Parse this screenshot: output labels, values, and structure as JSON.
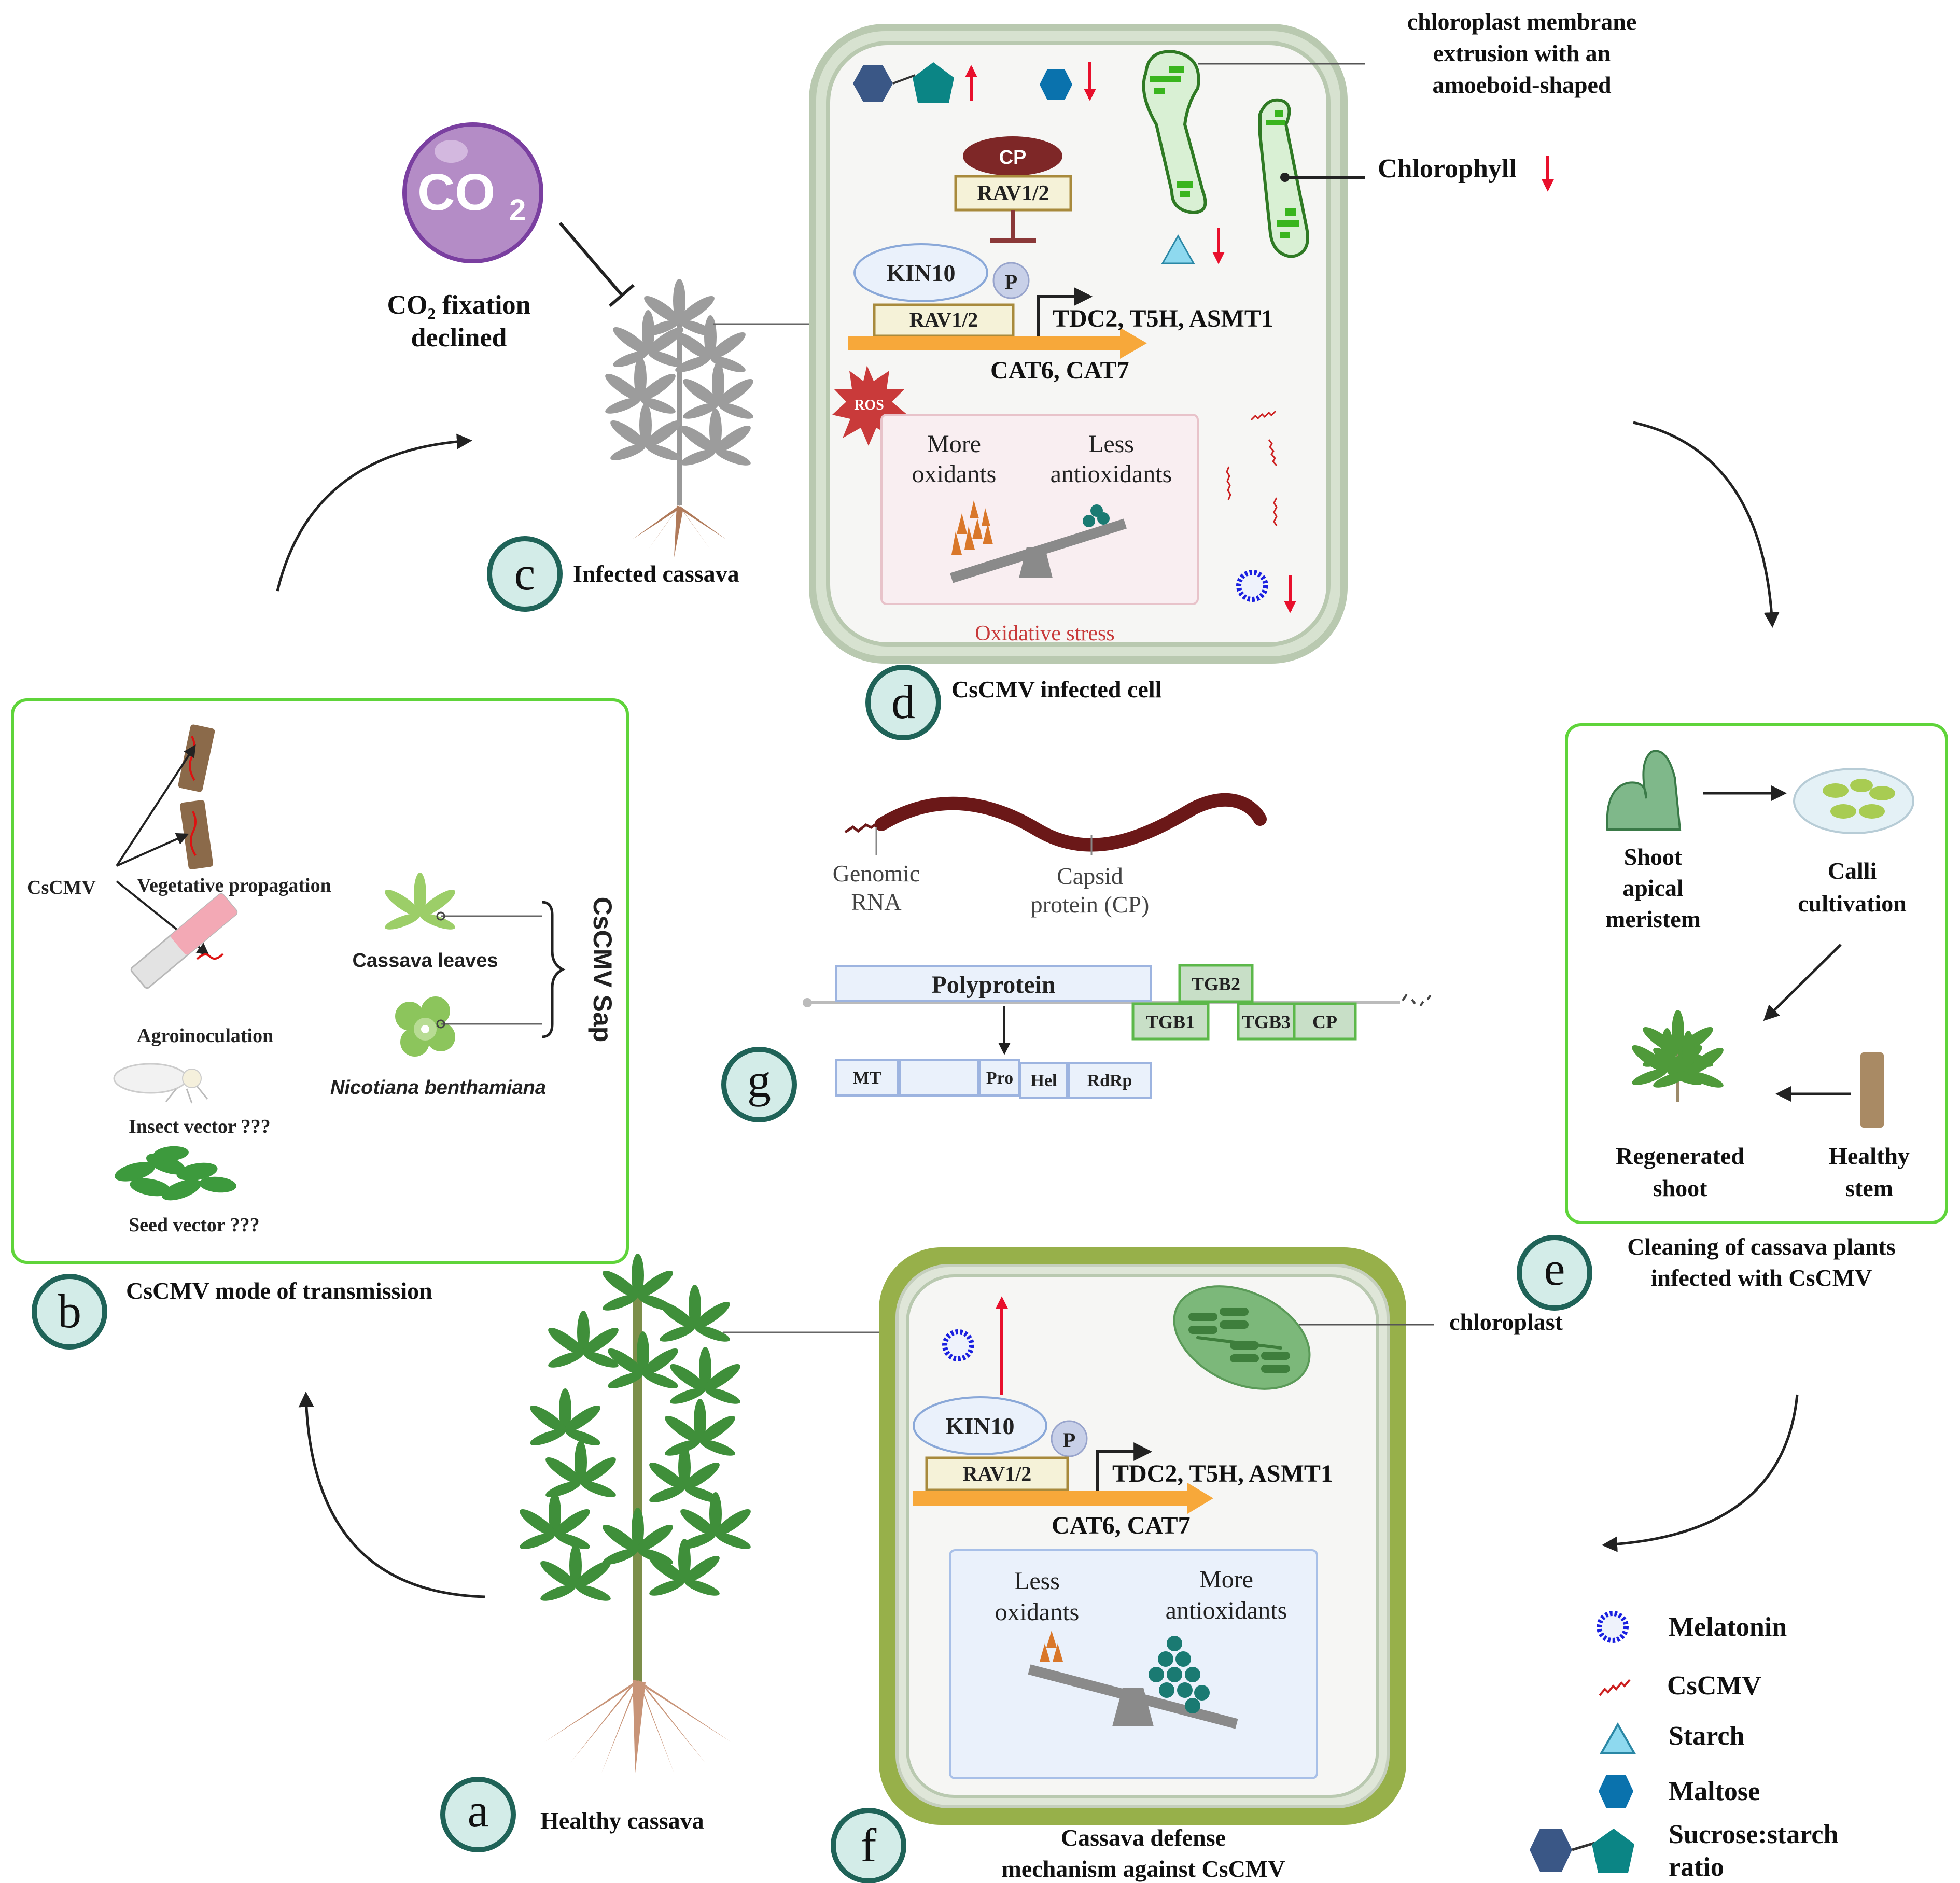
{
  "figure": {
    "panels": {
      "a": {
        "letter": "a",
        "caption": "Healthy cassava"
      },
      "b": {
        "letter": "b",
        "caption": "CsCMV mode of  transmission",
        "source_label": "CsCMV",
        "routes": [
          "Vegetative propagation",
          "Agroinoculation",
          "Insect vector ???",
          "Seed vector ???"
        ],
        "sap_hosts": [
          "Cassava leaves",
          "Nicotiana benthamiana"
        ],
        "sap_label": "CsCMV Sap"
      },
      "c": {
        "letter": "c",
        "caption": "Infected cassava",
        "co2_badge": "CO",
        "co2_sub": "2",
        "co2_line1": "CO₂ fixation",
        "co2_line2": "declined"
      },
      "d": {
        "letter": "d",
        "caption": "CsCMV infected cell",
        "cp_label": "CP",
        "rav_label": "RAV1/2",
        "kin_label": "KIN10",
        "p_label": "P",
        "genes_label": "TDC2, T5H, ASMT1",
        "cat_label": "CAT6, CAT7",
        "ros_label": "ROS",
        "balance_left_1": "More",
        "balance_left_2": "oxidants",
        "balance_right_1": "Less",
        "balance_right_2": "antioxidants",
        "stress_label": "Oxidative stress",
        "chloroplast_note_1": "chloroplast membrane",
        "chloroplast_note_2": "extrusion with an",
        "chloroplast_note_3": "amoeboid-shaped",
        "chlorophyll_label": "Chlorophyll",
        "indicators": {
          "sucrose_starch_ratio": "up",
          "maltose": "down",
          "starch": "down",
          "melatonin": "down",
          "chlorophyll": "down"
        }
      },
      "e": {
        "letter": "e",
        "caption_1": "Cleaning of cassava plants",
        "caption_2": "infected with CsCMV",
        "steps": {
          "meristem": [
            "Shoot",
            "apical",
            "meristem"
          ],
          "calli": [
            "Calli",
            "cultivation"
          ],
          "regenerated": [
            "Regenerated",
            "shoot"
          ],
          "stem": [
            "Healthy",
            "stem"
          ]
        }
      },
      "f": {
        "letter": "f",
        "caption_1": "Cassava defense",
        "caption_2": "mechanism against CsCMV",
        "kin_label": "KIN10",
        "p_label": "P",
        "rav_label": "RAV1/2",
        "genes_label": "TDC2, T5H, ASMT1",
        "cat_label": "CAT6, CAT7",
        "balance_left_1": "Less",
        "balance_left_2": "oxidants",
        "balance_right_1": "More",
        "balance_right_2": "antioxidants",
        "chloroplast_label": "chloroplast",
        "indicators": {
          "melatonin": "up"
        }
      },
      "g": {
        "letter": "g",
        "genomic_rna_1": "Genomic",
        "genomic_rna_2": "RNA",
        "capsid_1": "Capsid",
        "capsid_2": "protein (CP)",
        "polyprotein": "Polyprotein",
        "orfs": [
          "TGB1",
          "TGB2",
          "TGB3",
          "CP"
        ],
        "domains": [
          "MT",
          "",
          "Pro",
          "Hel",
          "RdRp"
        ]
      }
    },
    "legend": [
      {
        "icon": "melatonin-icon",
        "label": "Melatonin"
      },
      {
        "icon": "virus-icon",
        "label": "CsCMV"
      },
      {
        "icon": "starch-icon",
        "label": "Starch"
      },
      {
        "icon": "maltose-icon",
        "label": "Maltose"
      },
      {
        "icon": "sucrose-icon",
        "label_1": "Sucrose:starch",
        "label_2": "ratio"
      }
    ],
    "colors": {
      "label_circle_fill": "#d3ece8",
      "label_circle_stroke": "#1f6358",
      "box_border": "#5fd43a",
      "up_down_arrow": "#e8102c",
      "cell_d_wall": "#b9c9b0",
      "cell_f_wall": "#97b04a",
      "stress_text": "#c83a3a",
      "melatonin": "#1a20e0",
      "maltose": "#0a72ad",
      "sucrose_hex": "#3a5786",
      "sucrose_pent": "#0b8585",
      "starch": "#8ed9ef"
    }
  }
}
